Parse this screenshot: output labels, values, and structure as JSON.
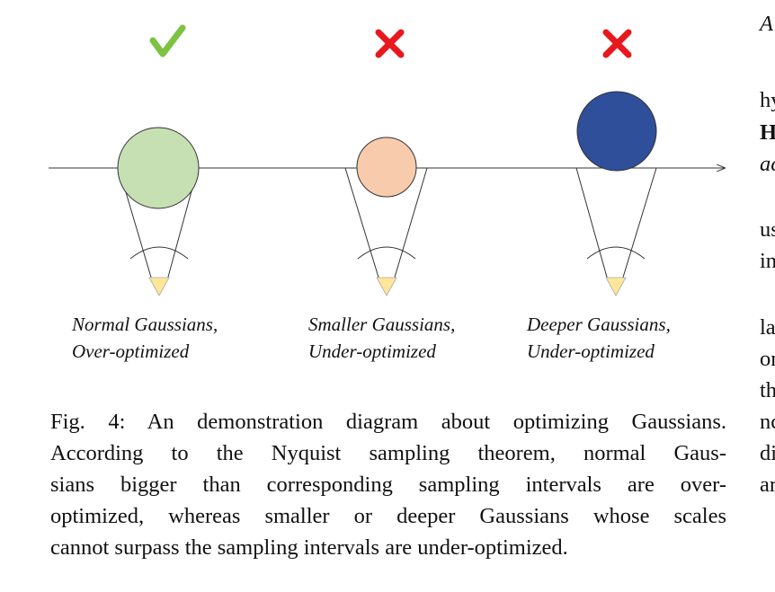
{
  "figure": {
    "panels": [
      {
        "status": "check",
        "status_icon": "check-icon",
        "status_color": "#7dc242",
        "fill": "#c6e0b4",
        "label_line1": "Normal Gaussians,",
        "label_line2": "Over-optimized"
      },
      {
        "status": "cross",
        "status_icon": "cross-icon",
        "status_color": "#e8181f",
        "fill": "#f8cbad",
        "label_line1": "Smaller Gaussians,",
        "label_line2": "Under-optimized"
      },
      {
        "status": "cross",
        "status_icon": "cross-icon",
        "status_color": "#e8181f",
        "fill": "#2f4f9a",
        "label_line1": "Deeper Gaussians,",
        "label_line2": "Under-optimized"
      }
    ],
    "camera_color": "#ffe699"
  },
  "caption": {
    "line1": "Fig. 4: An demonstration diagram about optimizing Gaussians.",
    "line2": "According to the Nyquist sampling theorem, normal Gaus-",
    "line3": "sians bigger than corresponding sampling intervals are over-",
    "line4": "optimized, whereas smaller or deeper Gaussians whose scales",
    "line5": "cannot surpass the sampling intervals are under-optimized."
  },
  "right_column": {
    "fragments": [
      "A",
      "hy",
      "H",
      "ac",
      "us",
      "in",
      "la",
      "or",
      "th",
      "nc",
      "di",
      "ar"
    ]
  }
}
